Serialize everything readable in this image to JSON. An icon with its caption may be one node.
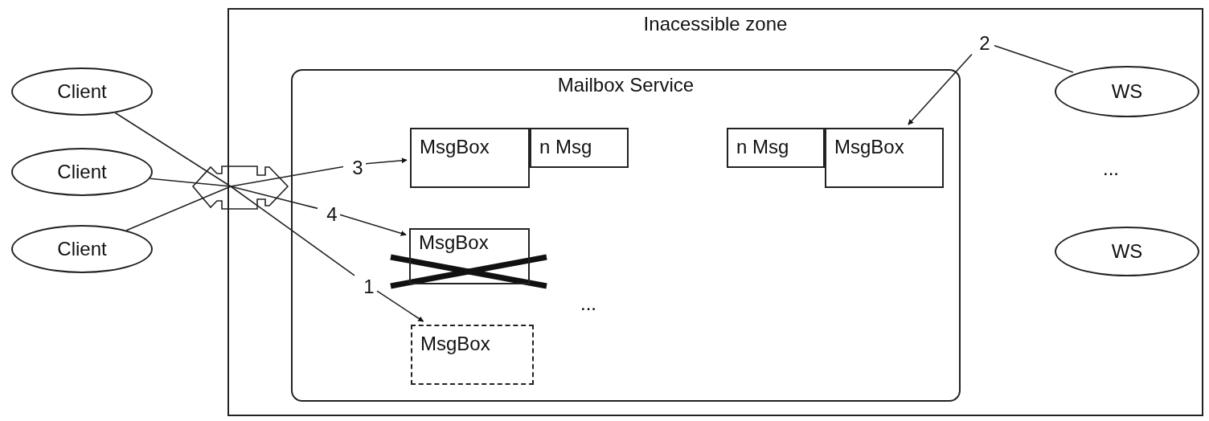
{
  "diagram": {
    "nodes": [
      {
        "text": [
          "Inacessible zone"
        ]
      },
      {
        "text": [
          "Mailbox Service"
        ],
        "in": 0
      },
      {
        "text": [
          "MsgBox"
        ],
        "in": 1
      },
      {
        "text": [
          "n Msg"
        ],
        "in": 1
      },
      {
        "text": [
          "n Msg"
        ],
        "in": 1
      },
      {
        "text": [
          "MsgBox"
        ],
        "in": 1
      },
      {
        "text": [
          "MsgBox"
        ],
        "in": 1
      },
      {
        "text": [
          "MsgBox"
        ],
        "in": 1
      },
      {
        "text": [
          "Client"
        ]
      },
      {
        "text": [
          "Client"
        ]
      },
      {
        "text": [
          "Client"
        ]
      },
      {
        "text": [
          "WS"
        ],
        "in": 0
      },
      {
        "text": [
          "WS"
        ],
        "in": 0
      },
      {
        "text": [
          "3"
        ],
        "in": 1
      },
      {
        "text": [
          "4"
        ],
        "in": 1
      },
      {
        "text": [
          "1"
        ],
        "in": 1
      },
      {
        "text": [
          "2"
        ],
        "in": 0
      }
    ],
    "edges": [
      {
        "from": 8,
        "to": 15,
        "arrow": "none"
      },
      {
        "from": 9,
        "to": 14,
        "arrow": "none"
      },
      {
        "from": 10,
        "to": 13,
        "arrow": "none"
      },
      {
        "from": 11,
        "to": 16,
        "arrow": "none"
      },
      {
        "from": 13,
        "to": 2,
        "arrow": "to"
      },
      {
        "from": 14,
        "to": 6,
        "arrow": "to"
      },
      {
        "from": 15,
        "to": 7,
        "arrow": "to"
      },
      {
        "from": 16,
        "to": 5,
        "arrow": "to"
      }
    ],
    "labels": [
      "...",
      "..."
    ]
  }
}
